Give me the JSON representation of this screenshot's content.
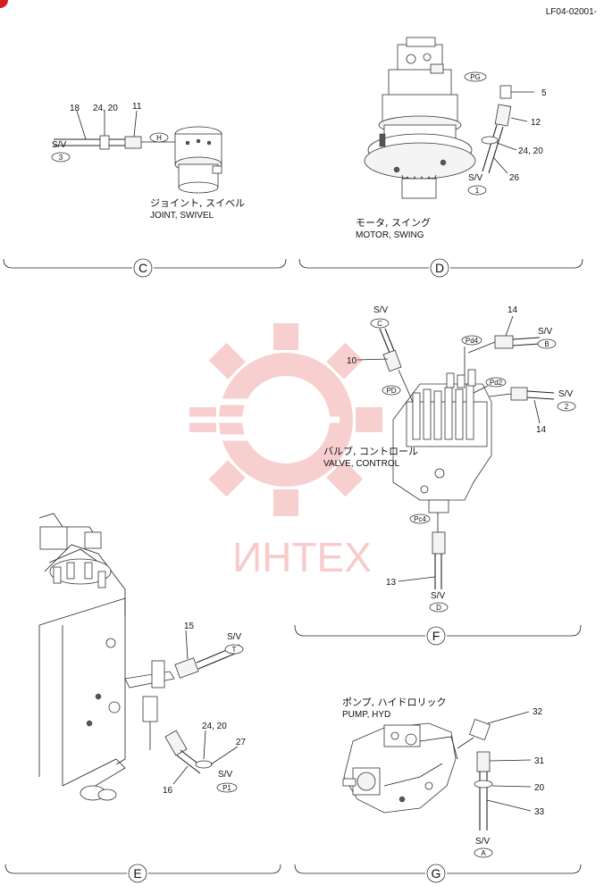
{
  "doc_code": "LF04-02001-",
  "watermark": {
    "text": "ИНТЕХ",
    "color": "#f2a9a9"
  },
  "colors": {
    "badge": "#d21f1f",
    "line": "#222222"
  },
  "views": {
    "C": {
      "ref": "C",
      "title_jp": "ジョイント, スイベル",
      "title_en": "JOINT, SWIVEL",
      "labels": {
        "n18": "18",
        "n2420": "24, 20",
        "n11": "11",
        "sv": "S/V",
        "sv_port": "3",
        "port": "H"
      }
    },
    "D": {
      "ref": "D",
      "title_jp": "モータ, スイング",
      "title_en": "MOTOR, SWING",
      "labels": {
        "pg": "PG",
        "n5": "5",
        "n12": "12",
        "n2420": "24, 20",
        "n26": "26",
        "sv": "S/V",
        "sv_port": "1"
      }
    },
    "F": {
      "ref": "F",
      "title_jp": "バルブ, コントロール",
      "title_en": "VALVE, CONTROL",
      "labels": {
        "sv_c": "S/V",
        "sv_c_port": "C",
        "n10": "10",
        "pd": "PD",
        "n14a": "14",
        "pd4": "Pd4",
        "sv_b": "S/V",
        "sv_b_port": "B",
        "pd2": "Pd2",
        "sv_2": "S/V",
        "sv_2_port": "2",
        "n14b": "14",
        "pc4": "Pc4",
        "n13": "13",
        "sv_d": "S/V",
        "sv_d_port": "D"
      }
    },
    "E": {
      "ref": "E",
      "labels": {
        "n15": "15",
        "sv_t": "S/V",
        "sv_t_port": "T",
        "n2420": "24, 20",
        "n27": "27",
        "n16": "16",
        "sv_p1": "S/V",
        "sv_p1_port": "P1"
      }
    },
    "G": {
      "ref": "G",
      "title_jp": "ポンプ, ハイドロリック",
      "title_en": "PUMP, HYD",
      "labels": {
        "n32": "32",
        "n31": "31",
        "n20": "20",
        "n33": "33",
        "sv": "S/V",
        "sv_port": "A"
      }
    }
  }
}
